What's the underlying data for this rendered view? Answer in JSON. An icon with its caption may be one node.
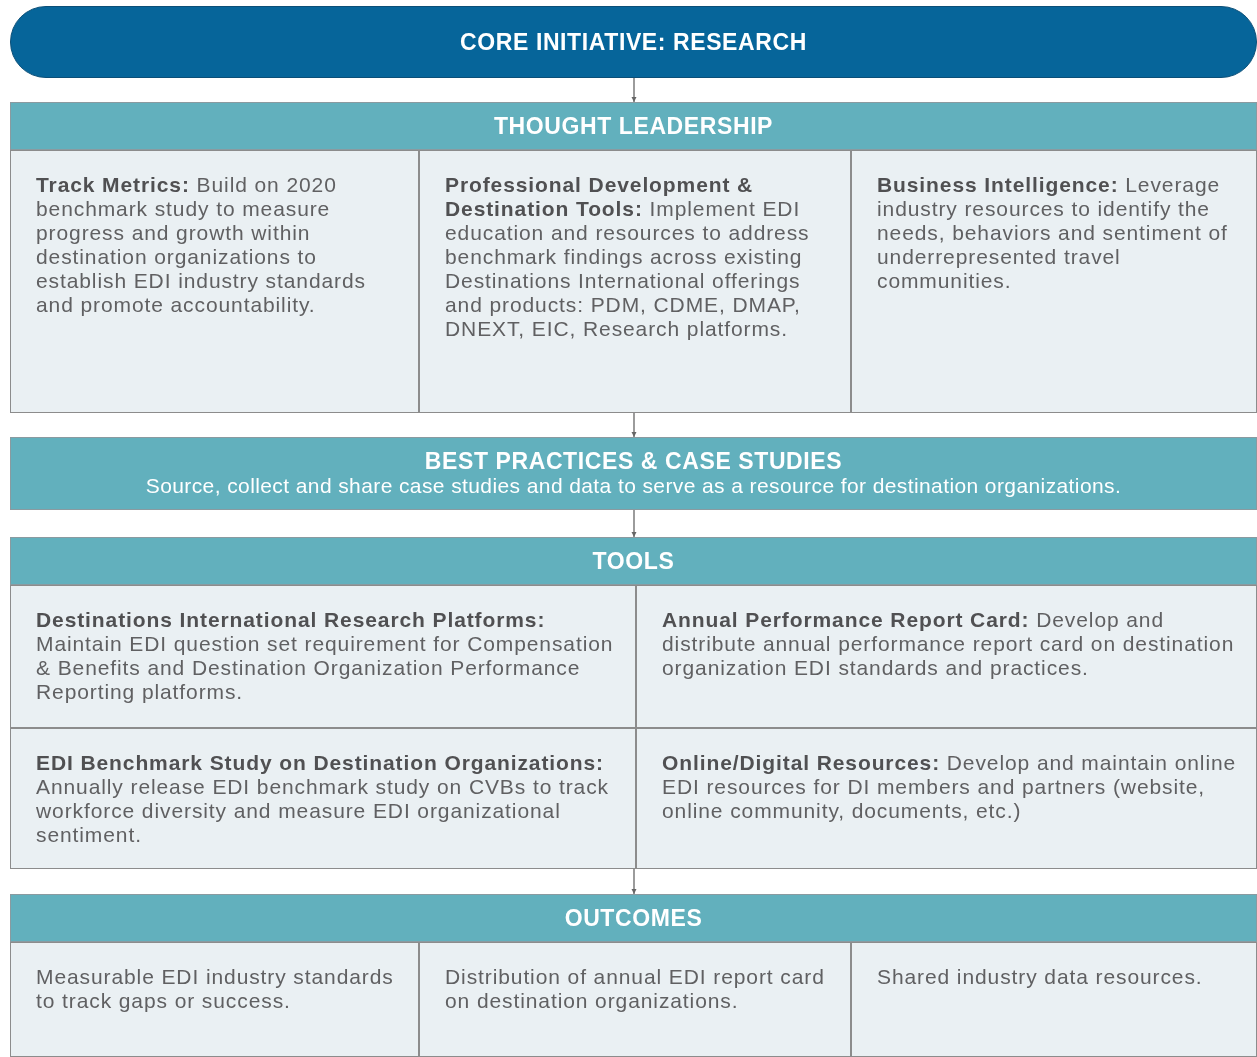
{
  "diagram": {
    "nodes": [
      {
        "text": [
          "CORE INITIATIVE: RESEARCH"
        ]
      },
      {
        "text": [
          "THOUGHT LEADERSHIP"
        ]
      },
      {
        "text": [
          "**Track Metrics:** Build on 2020 benchmark study to measure progress and growth within destination organizations to establish EDI industry standards and promote accountability."
        ]
      },
      {
        "text": [
          "**Professional Development & Destination Tools:** Implement EDI education and resources to address benchmark findings across existing Destinations International offerings and products: PDM, CDME, DMAP, DNEXT, EIC, Research platforms."
        ]
      },
      {
        "text": [
          "**Business Intelligence:** Leverage industry resources to identify the needs, behaviors and sentiment of underrepresented travel communities."
        ]
      },
      {
        "text": [
          "BEST PRACTICES & CASE STUDIES",
          "Source, collect and share case studies and data to serve as a resource for destination organizations."
        ]
      },
      {
        "text": [
          "TOOLS"
        ]
      },
      {
        "text": [
          "**Destinations International Research Platforms:** Maintain EDI question set requirement for Compensation & Benefits and Destination Organization Performance Reporting platforms."
        ]
      },
      {
        "text": [
          "**Annual Performance Report Card:** Develop and distribute annual performance report card on destination organization EDI standards and practices."
        ]
      },
      {
        "text": [
          "**EDI Benchmark Study on Destination Organizations:** Annually release EDI benchmark study on CVBs to track workforce diversity and measure EDI organizational sentiment."
        ]
      },
      {
        "text": [
          "**Online/Digital Resources:** Develop and maintain online EDI resources for DI members and partners (website, online community, documents, etc.)"
        ]
      },
      {
        "text": [
          "OUTCOMES"
        ]
      },
      {
        "text": [
          "Measurable EDI industry standards to track gaps or success."
        ]
      },
      {
        "text": [
          "Distribution of annual EDI report card on destination organizations."
        ]
      },
      {
        "text": [
          "Shared industry data resources."
        ]
      }
    ],
    "edges": [
      {
        "from": 0,
        "to": 1,
        "arrow": "to"
      },
      {
        "from": 3,
        "to": 5,
        "arrow": "to"
      },
      {
        "from": 5,
        "to": 6,
        "arrow": "to"
      },
      {
        "from": 9,
        "to": 11,
        "arrow": "to"
      }
    ]
  }
}
